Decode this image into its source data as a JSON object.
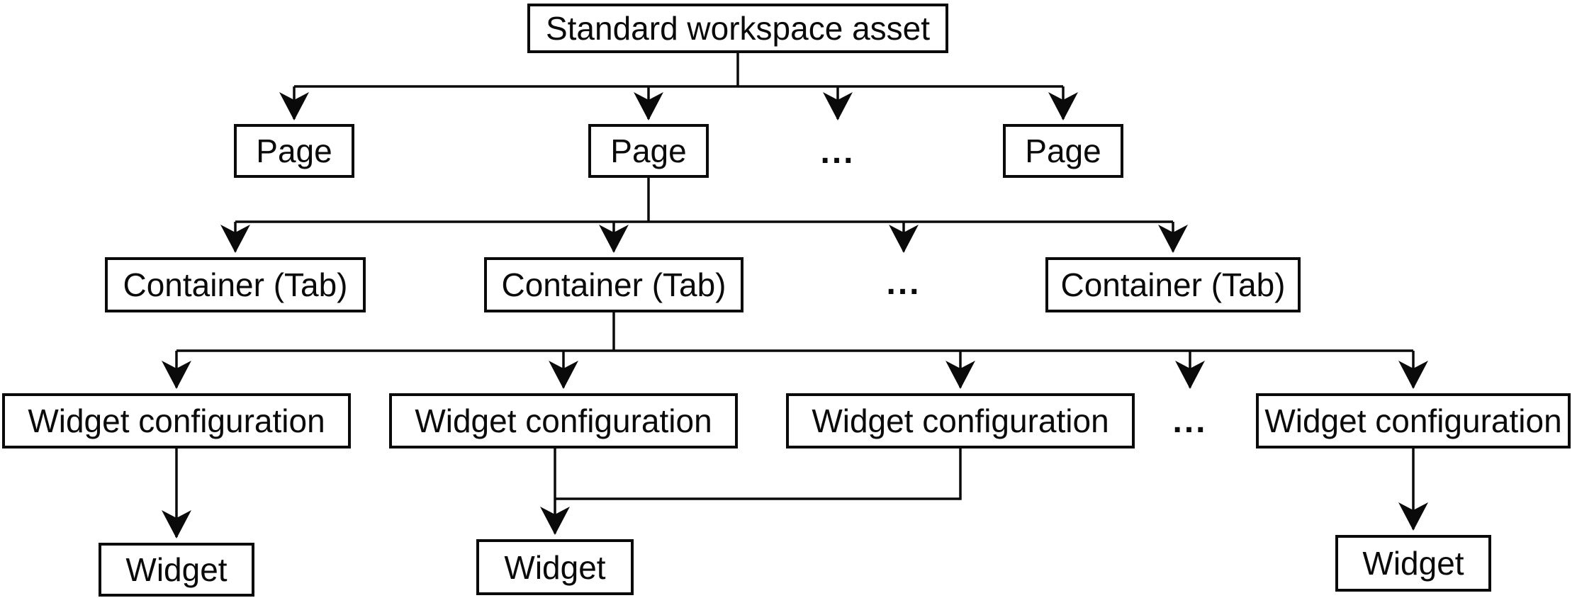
{
  "colors": {
    "ink": "#0a0a0a",
    "background": "#ffffff",
    "box_fill": "#ffffff"
  },
  "levels": {
    "root": {
      "label": "Standard workspace asset"
    },
    "pages": {
      "items": [
        {
          "label": "Page"
        },
        {
          "label": "Page"
        },
        {
          "label": "..."
        },
        {
          "label": "Page"
        }
      ]
    },
    "containers": {
      "items": [
        {
          "label": "Container (Tab)"
        },
        {
          "label": "Container (Tab)"
        },
        {
          "label": "..."
        },
        {
          "label": "Container (Tab)"
        }
      ]
    },
    "widget_configurations": {
      "items": [
        {
          "label": "Widget configuration"
        },
        {
          "label": "Widget configuration"
        },
        {
          "label": "Widget configuration"
        },
        {
          "label": "..."
        },
        {
          "label": "Widget configuration"
        }
      ]
    },
    "widgets": {
      "items": [
        {
          "label": "Widget"
        },
        {
          "label": "Widget"
        },
        {
          "label": "Widget"
        }
      ]
    }
  }
}
